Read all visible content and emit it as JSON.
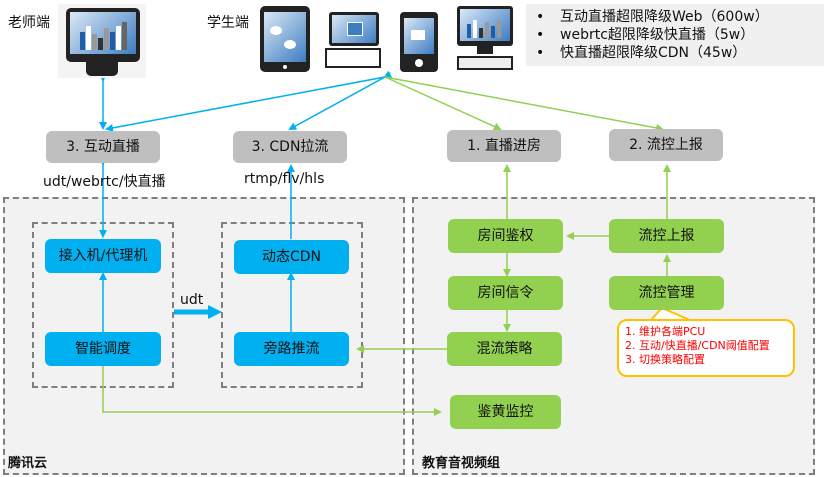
{
  "clients": {
    "teacher_label": "老师端",
    "student_label": "学生端",
    "teacher_devices": [
      "desktop-monitor"
    ],
    "student_devices": [
      "tablet",
      "laptop",
      "smartphone",
      "desktop-computer"
    ]
  },
  "legend": {
    "items": [
      "互动直播超限降级Web（600w）",
      "webrtc超限降级快直播（5w）",
      "快直播超限降级CDN（45w）"
    ]
  },
  "stages": {
    "interactive_live": "3. 互动直播",
    "cdn_pull": "3. CDN拉流",
    "enter_room": "1. 直播进房",
    "flow_report_top": "2. 流控上报"
  },
  "protocols": {
    "interactive": "udt/webrtc/快直播",
    "cdn": "rtmp/flv/hls",
    "udt": "udt"
  },
  "tencent_cloud": {
    "title": "腾讯云",
    "access_proxy": "接入机/代理机",
    "smart_schedule": "智能调度",
    "dynamic_cdn": "动态CDN",
    "bypass_push": "旁路推流"
  },
  "edu_av_group": {
    "title": "教育音视频组",
    "room_auth": "房间鉴权",
    "room_signal": "房间信令",
    "mix_strategy": "混流策略",
    "flow_report": "流控上报",
    "flow_manage": "流控管理",
    "porn_monitor": "鉴黄监控"
  },
  "callout": {
    "lines": [
      "1. 维护各端PCU",
      "2. 互动/快直播/CDN阈值配置",
      "3. 切换策略配置"
    ]
  },
  "colors": {
    "blue": "#00b0f0",
    "green": "#92d050",
    "gray_box": "#bfbfbf",
    "region_bg": "#f2f2f2",
    "callout_border": "#ffc000",
    "callout_text": "#ff0000"
  }
}
